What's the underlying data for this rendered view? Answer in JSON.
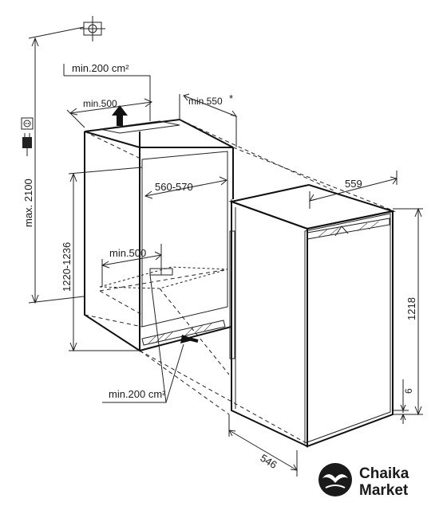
{
  "labels": {
    "top_vent": "min.200 cm²",
    "top_depth": "min.500",
    "rear_clearance": "min.550",
    "rear_clearance_mark": "*",
    "max_height": "max. 2100",
    "niche_height": "1220-1236",
    "niche_width": "560-570",
    "inner_depth": "min.500",
    "bottom_vent": "min.200 cm²",
    "appliance_width": "559",
    "appliance_height": "1218",
    "plinth_height": "6",
    "appliance_depth": "546"
  },
  "logo": {
    "line1": "Chaika",
    "line2": "Market"
  },
  "icons": {
    "outlet": "power-socket-icon",
    "plug": "power-plug-icon",
    "pipe": "water-connection-icon",
    "arrows": "airflow-arrow-icon"
  }
}
